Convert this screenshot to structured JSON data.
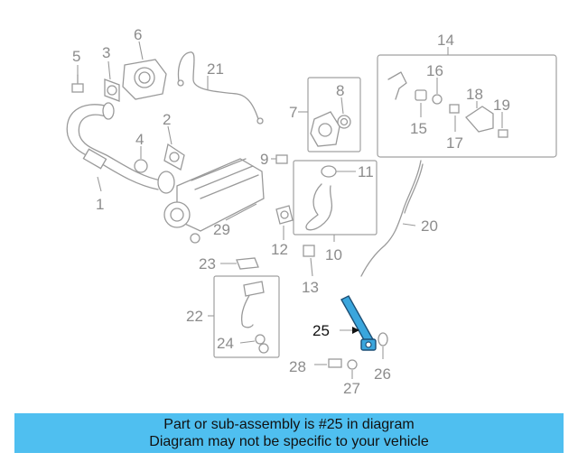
{
  "diagram": {
    "callouts": {
      "c1": "1",
      "c2": "2",
      "c3": "3",
      "c4": "4",
      "c5": "5",
      "c6": "6",
      "c7": "7",
      "c8": "8",
      "c9": "9",
      "c10": "10",
      "c11": "11",
      "c12": "12",
      "c13": "13",
      "c14": "14",
      "c15": "15",
      "c16": "16",
      "c17": "17",
      "c18": "18",
      "c19": "19",
      "c20": "20",
      "c21": "21",
      "c22": "22",
      "c23": "23",
      "c24": "24",
      "c25": "25",
      "c26": "26",
      "c27": "27",
      "c28": "28",
      "c29": "29"
    },
    "highlight_color": "#3aa6dd"
  },
  "banner": {
    "line1": "Part or sub-assembly is #25 in diagram",
    "line2": "Diagram may not be specific to your vehicle",
    "background": "#4fbff0"
  }
}
